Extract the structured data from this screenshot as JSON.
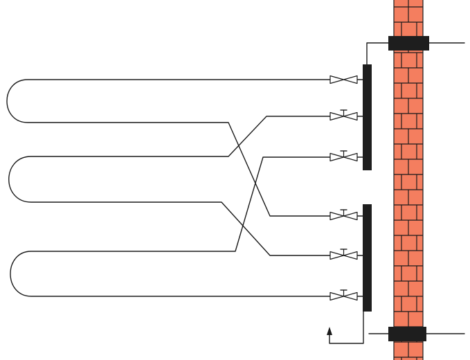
{
  "colors": {
    "brick": "#F47E5F",
    "mortar": "#1a1a1a",
    "pipe": "#1a1a1a",
    "manifold": "#1e1e1e",
    "valve_fill": "#ffffff",
    "background": "#ffffff"
  },
  "diagram": {
    "wall": {
      "material": "brick",
      "icon": "brick-wall"
    },
    "penetrations": [
      {
        "name": "supply-wall-sleeve",
        "icon": "wall-sleeve"
      },
      {
        "name": "return-wall-sleeve",
        "icon": "wall-sleeve"
      }
    ],
    "manifolds": [
      {
        "name": "supply-manifold",
        "valve_type": "balancing",
        "outlets": 3
      },
      {
        "name": "return-manifold",
        "valve_type": "shutoff",
        "outlets": 3
      }
    ],
    "valves": [
      {
        "name": "valve-1",
        "has_handle": false
      },
      {
        "name": "valve-2",
        "has_handle": true
      },
      {
        "name": "valve-3",
        "has_handle": true
      },
      {
        "name": "valve-4",
        "has_handle": true
      },
      {
        "name": "valve-5",
        "has_handle": true
      },
      {
        "name": "valve-6",
        "has_handle": true
      }
    ],
    "loops": [
      {
        "name": "heating-loop-1"
      },
      {
        "name": "heating-loop-2"
      },
      {
        "name": "heating-loop-3"
      }
    ],
    "flow_arrow": {
      "icon": "arrow-up-icon",
      "direction": "up"
    }
  }
}
